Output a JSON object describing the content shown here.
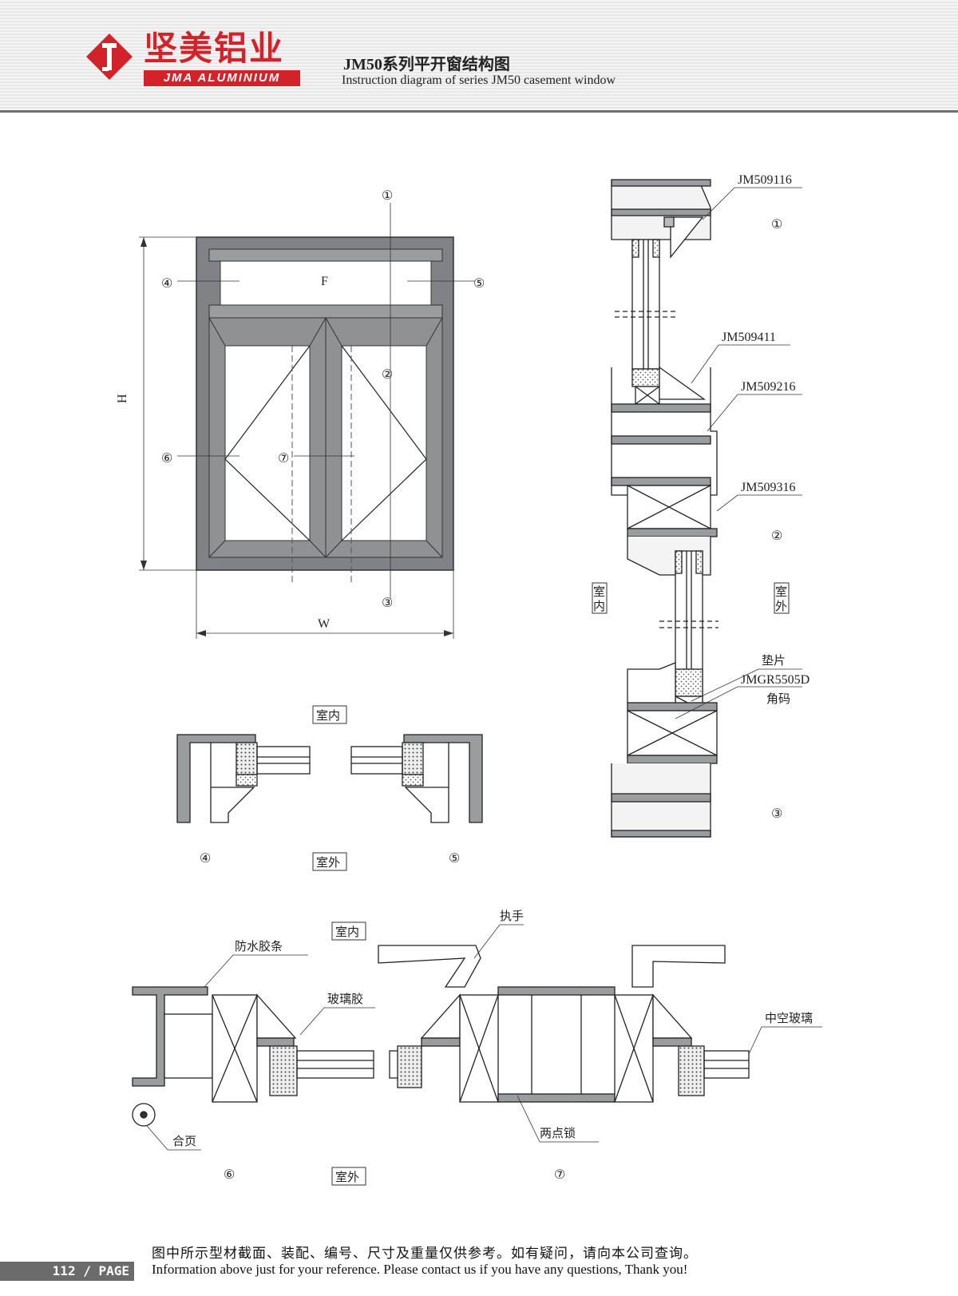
{
  "header": {
    "brand_cn": "坚美铝业",
    "brand_en": "JMA ALUMINIUM",
    "title_cn": "JM50系列平开窗结构图",
    "title_en": "Instruction diagram of series JM50 casement window"
  },
  "elevation": {
    "fixed_label": "F",
    "height_label": "H",
    "width_label": "W",
    "markers": [
      "①",
      "②",
      "③",
      "④",
      "⑤",
      "⑥",
      "⑦"
    ]
  },
  "vertical_section": {
    "parts": [
      "JM509116",
      "JM509411",
      "JM509216",
      "JM509316",
      "垫片",
      "JMGR5505D",
      "角码"
    ],
    "markers": [
      "①",
      "②",
      "③"
    ],
    "indoor": "室内",
    "outdoor": "室外"
  },
  "side_section": {
    "indoor": "室内",
    "outdoor": "室外",
    "markers": [
      "④",
      "⑤"
    ]
  },
  "horizontal_section": {
    "labels": [
      "执手",
      "防水胶条",
      "玻璃胶",
      "中空玻璃",
      "合页",
      "两点锁"
    ],
    "indoor": "室内",
    "outdoor": "室外",
    "markers": [
      "⑥",
      "⑦"
    ]
  },
  "footer": {
    "note_cn": "图中所示型材截面、装配、编号、尺寸及重量仅供参考。如有疑问，请向本公司查询。",
    "note_en": "Information above just for your reference. Please contact us if you have any questions, Thank you!",
    "page": "112 / PAGE"
  },
  "colors": {
    "brand_red": "#d2232a",
    "frame_gray": "#808285"
  }
}
